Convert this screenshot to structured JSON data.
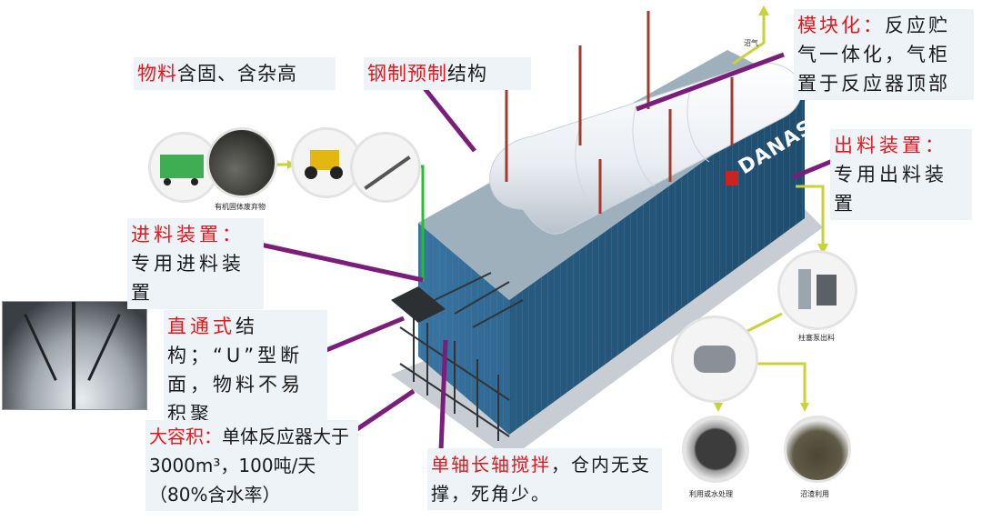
{
  "callouts": {
    "material": {
      "highlight": "物料",
      "rest": "含固、含杂高"
    },
    "steel": {
      "highlight": "钢制预制",
      "rest": "结构"
    },
    "modular": {
      "highlight": "模块化：",
      "rest": "反应贮气一体化，气柜置于反应器顶部"
    },
    "discharge": {
      "highlight": "出料装置：",
      "rest": "专用出料装置"
    },
    "feed": {
      "highlight": "进料装置：",
      "rest": "专用进料装置"
    },
    "straight": {
      "highlight": "直通式",
      "rest": "结构；“U”型断面，物料不易积聚"
    },
    "capacity": {
      "highlight": "大容积：",
      "rest": "单体反应器大于3000m³，100吨/天（80%含水率）"
    },
    "shaft": {
      "highlight": "单轴长轴搅拌",
      "rest": "，仓内无支撑，死角少。"
    }
  },
  "captions": {
    "waste": "有机固体废弃物",
    "pump": "柱塞泵出料",
    "water": "利用或水处理",
    "residue": "沼渣利用",
    "biogas": "沼气"
  },
  "brand": "DANAS",
  "colors": {
    "highlight": "#e4161b",
    "leader": "#7b1e7b",
    "flow_green": "#22c22a",
    "flow_yellow": "#c8d23a",
    "tank_blue": "#3f7aa6"
  }
}
